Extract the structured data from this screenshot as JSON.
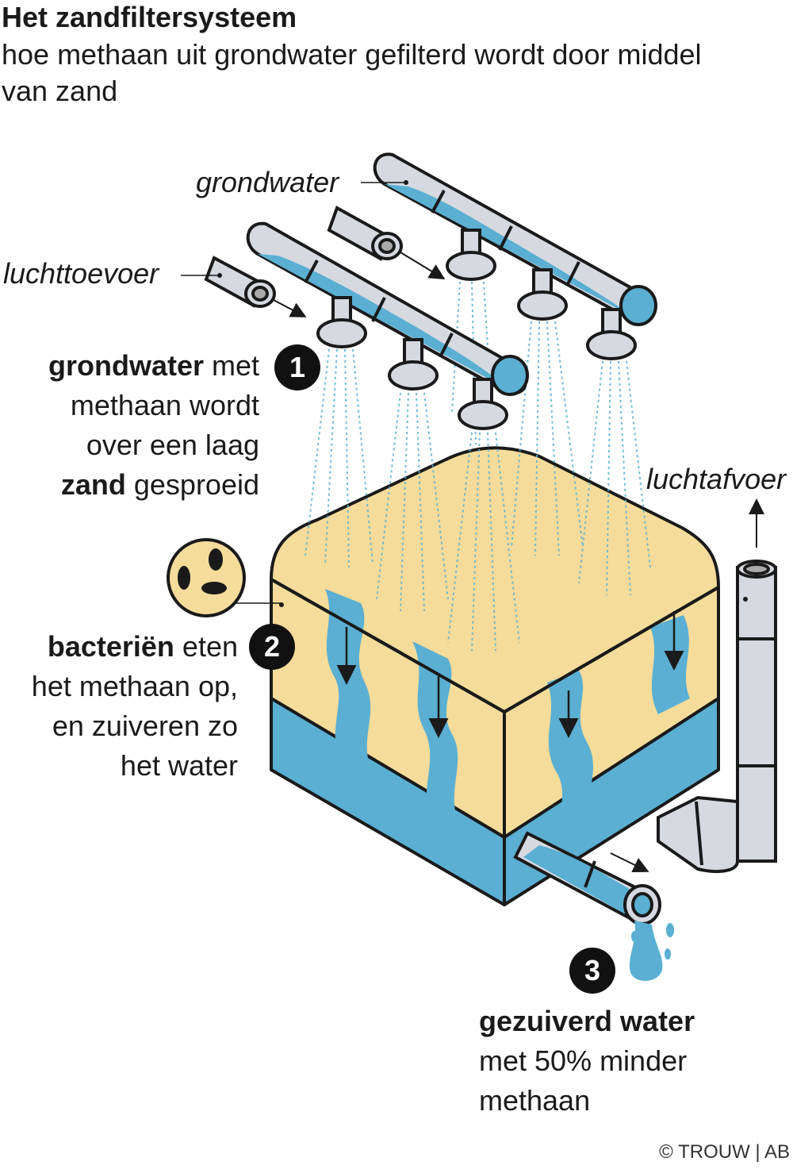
{
  "title": "Het zandfiltersysteem",
  "subtitle": "hoe methaan uit grondwater gefilterd wordt door middel van zand",
  "labels": {
    "grondwater": "grondwater",
    "luchttoevoer": "luchttoevoer",
    "luchtafvoer": "luchtafvoer"
  },
  "steps": [
    {
      "number": "1",
      "bold_1": "grondwater",
      "text_1": " met",
      "line_2": "methaan wordt",
      "line_3": "over een laag",
      "bold_4": "zand",
      "text_4": " gesproeid"
    },
    {
      "number": "2",
      "bold_1": "bacteriën",
      "text_1": " eten",
      "line_2": "het methaan op,",
      "line_3": "en zuiveren zo",
      "line_4": "het water"
    },
    {
      "number": "3",
      "bold_1": "gezuiverd water",
      "line_2": "met 50% minder",
      "line_3": "methaan"
    }
  ],
  "credit": "© TROUW | AB",
  "colors": {
    "sand": "#f5dc9a",
    "water": "#5aafd2",
    "pipe": "#d6d9e0",
    "outline": "#1a1a1a",
    "badge": "#111111"
  },
  "icons": {
    "bacteria": "bacteria-icon",
    "water_drop": "water-drop-icon"
  }
}
